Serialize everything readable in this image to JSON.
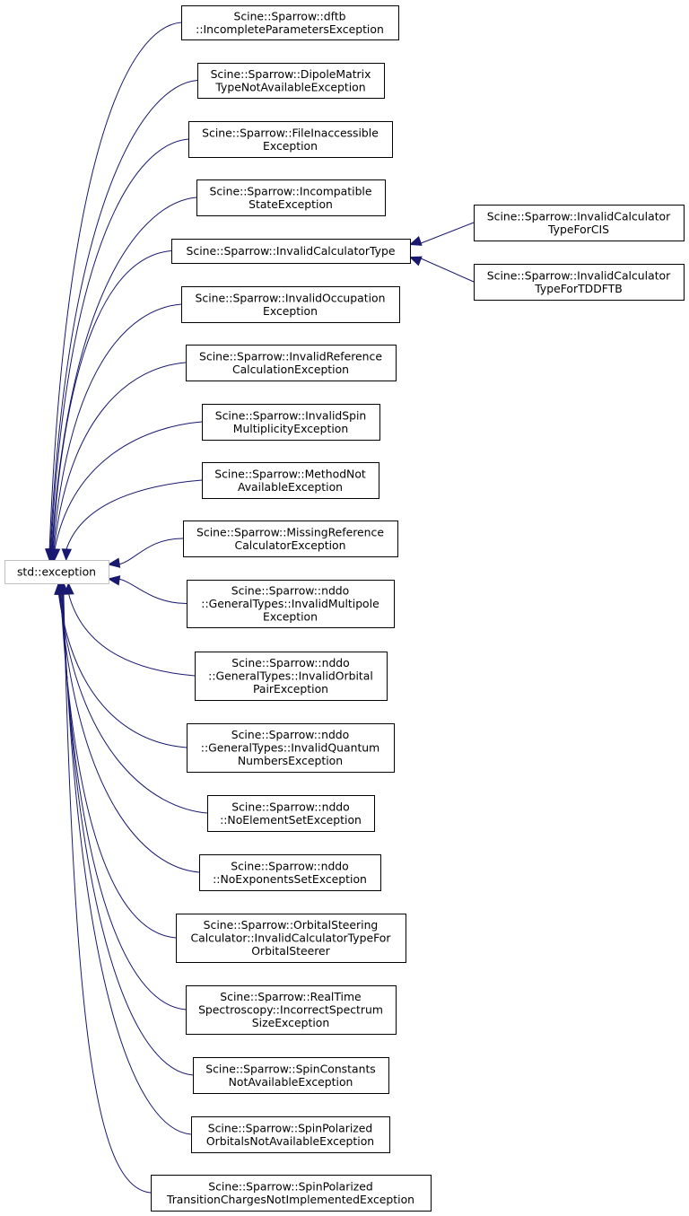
{
  "diagram": {
    "type": "class-inheritance-graph",
    "root": {
      "id": "root",
      "lines": [
        "std::exception"
      ]
    },
    "classes": [
      {
        "id": "c1",
        "lines": [
          "Scine::Sparrow::dftb",
          "::IncompleteParametersException"
        ],
        "parent": "root"
      },
      {
        "id": "c2",
        "lines": [
          "Scine::Sparrow::DipoleMatrix",
          "TypeNotAvailableException"
        ],
        "parent": "root"
      },
      {
        "id": "c3",
        "lines": [
          "Scine::Sparrow::FileInaccessible",
          "Exception"
        ],
        "parent": "root"
      },
      {
        "id": "c4",
        "lines": [
          "Scine::Sparrow::Incompatible",
          "StateException"
        ],
        "parent": "root"
      },
      {
        "id": "c5",
        "lines": [
          "Scine::Sparrow::InvalidCalculatorType"
        ],
        "parent": "root"
      },
      {
        "id": "c5a",
        "lines": [
          "Scine::Sparrow::InvalidCalculator",
          "TypeForCIS"
        ],
        "parent": "c5"
      },
      {
        "id": "c5b",
        "lines": [
          "Scine::Sparrow::InvalidCalculator",
          "TypeForTDDFTB"
        ],
        "parent": "c5"
      },
      {
        "id": "c6",
        "lines": [
          "Scine::Sparrow::InvalidOccupation",
          "Exception"
        ],
        "parent": "root"
      },
      {
        "id": "c7",
        "lines": [
          "Scine::Sparrow::InvalidReference",
          "CalculationException"
        ],
        "parent": "root"
      },
      {
        "id": "c8",
        "lines": [
          "Scine::Sparrow::InvalidSpin",
          "MultiplicityException"
        ],
        "parent": "root"
      },
      {
        "id": "c9",
        "lines": [
          "Scine::Sparrow::MethodNot",
          "AvailableException"
        ],
        "parent": "root"
      },
      {
        "id": "c10",
        "lines": [
          "Scine::Sparrow::MissingReference",
          "CalculatorException"
        ],
        "parent": "root"
      },
      {
        "id": "c11",
        "lines": [
          "Scine::Sparrow::nddo",
          "::GeneralTypes::InvalidMultipole",
          "Exception"
        ],
        "parent": "root"
      },
      {
        "id": "c12",
        "lines": [
          "Scine::Sparrow::nddo",
          "::GeneralTypes::InvalidOrbital",
          "PairException"
        ],
        "parent": "root"
      },
      {
        "id": "c13",
        "lines": [
          "Scine::Sparrow::nddo",
          "::GeneralTypes::InvalidQuantum",
          "NumbersException"
        ],
        "parent": "root"
      },
      {
        "id": "c14",
        "lines": [
          "Scine::Sparrow::nddo",
          "::NoElementSetException"
        ],
        "parent": "root"
      },
      {
        "id": "c15",
        "lines": [
          "Scine::Sparrow::nddo",
          "::NoExponentsSetException"
        ],
        "parent": "root"
      },
      {
        "id": "c16",
        "lines": [
          "Scine::Sparrow::OrbitalSteering",
          "Calculator::InvalidCalculatorTypeFor",
          "OrbitalSteerer"
        ],
        "parent": "root"
      },
      {
        "id": "c17",
        "lines": [
          "Scine::Sparrow::RealTime",
          "Spectroscopy::IncorrectSpectrum",
          "SizeException"
        ],
        "parent": "root"
      },
      {
        "id": "c18",
        "lines": [
          "Scine::Sparrow::SpinConstants",
          "NotAvailableException"
        ],
        "parent": "root"
      },
      {
        "id": "c19",
        "lines": [
          "Scine::Sparrow::SpinPolarized",
          "OrbitalsNotAvailableException"
        ],
        "parent": "root"
      },
      {
        "id": "c20",
        "lines": [
          "Scine::Sparrow::SpinPolarized",
          "TransitionChargesNotImplementedException"
        ],
        "parent": "root"
      }
    ]
  },
  "colors": {
    "edge": "#191970",
    "node_border": "#000000",
    "root_border": "#bfbfbf"
  }
}
